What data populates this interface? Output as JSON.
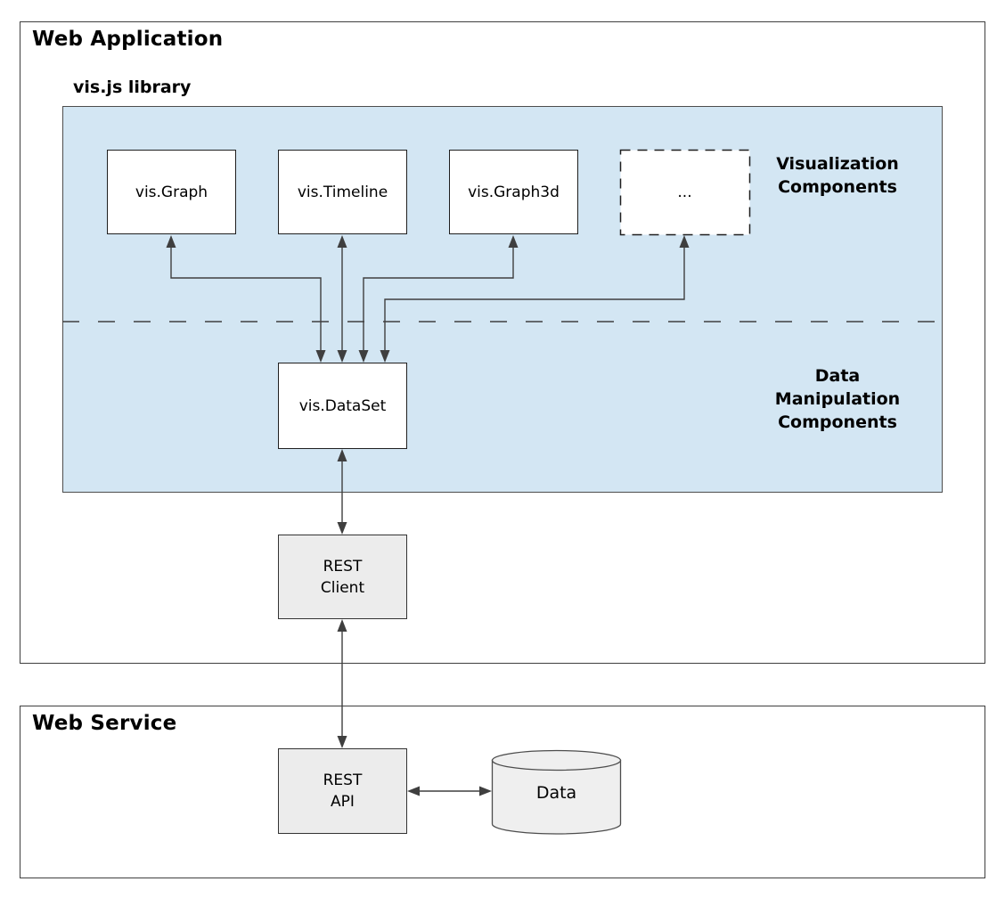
{
  "web_application": {
    "title": "Web Application"
  },
  "visjs_library": {
    "title": "vis.js library",
    "visualization_components_label": "Visualization\nComponents",
    "data_manipulation_components_label": "Data\nManipulation\nComponents",
    "components": [
      {
        "label": "vis.Graph"
      },
      {
        "label": "vis.Timeline"
      },
      {
        "label": "vis.Graph3d"
      },
      {
        "label": "..."
      }
    ],
    "dataset_label": "vis.DataSet"
  },
  "rest_client_label": "REST\nClient",
  "web_service": {
    "title": "Web Service",
    "rest_api_label": "REST\nAPI",
    "data_label": "Data"
  },
  "colors": {
    "library_panel_fill": "#d3e6f3",
    "component_box_fill": "#ffffff",
    "service_box_fill": "#ececec",
    "connector_line": "#3f3f3f"
  }
}
